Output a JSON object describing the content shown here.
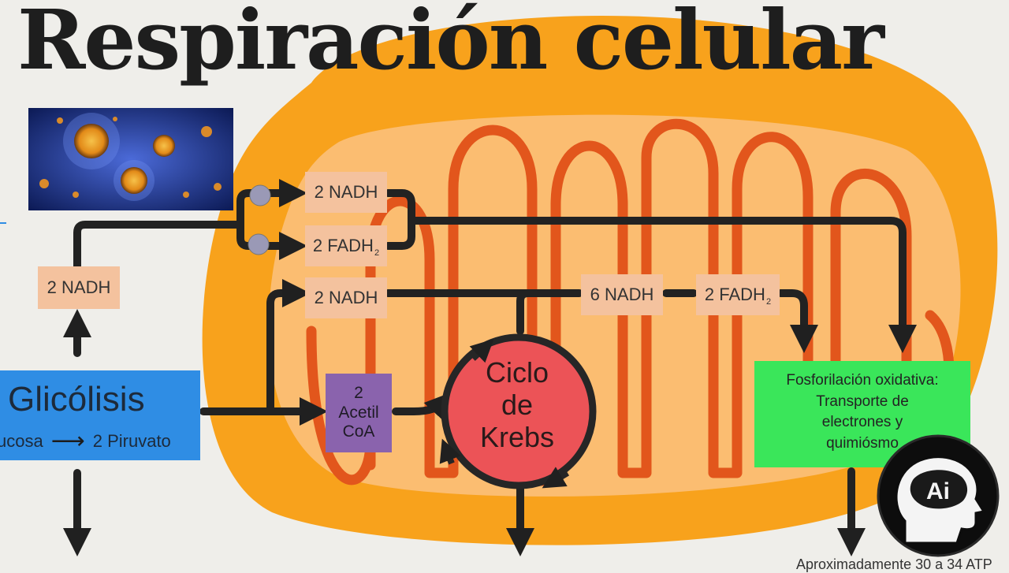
{
  "title": "Respiración celular",
  "boxes": {
    "nadh_left": "2 NADH",
    "nadh_top": "2 NADH",
    "fadh_top": "2 FADH",
    "fadh_top_sub": "2",
    "nadh_mid": "2 NADH",
    "nadh_krebs": "6 NADH",
    "fadh_krebs": "2 FADH",
    "fadh_krebs_sub": "2"
  },
  "glicolisis": {
    "title": "Glicólisis",
    "from": "ucosa",
    "to": "2 Piruvato"
  },
  "acetil": {
    "line1": "2",
    "line2": "Acetil",
    "line3": "CoA"
  },
  "krebs": {
    "line1": "Ciclo",
    "line2": "de",
    "line3": "Krebs"
  },
  "fosforilacion": {
    "line1": "Fosforilación oxidativa:",
    "line2": "Transporte de",
    "line3": "electrones y",
    "line4": "quimiósmo"
  },
  "logo": {
    "text": "Ai"
  },
  "bottom_text": "Aproximadamente 30 a 34 ATP",
  "colors": {
    "mito_outer": "#f8a21c",
    "mito_inner": "#fbbd71",
    "cristae": "#e2561c",
    "nadh_box": "#f4c29e",
    "glicolisis": "#2f8de4",
    "acetil": "#8a63ad",
    "krebs": "#ec5357",
    "fosforilacion": "#3ae65a"
  }
}
